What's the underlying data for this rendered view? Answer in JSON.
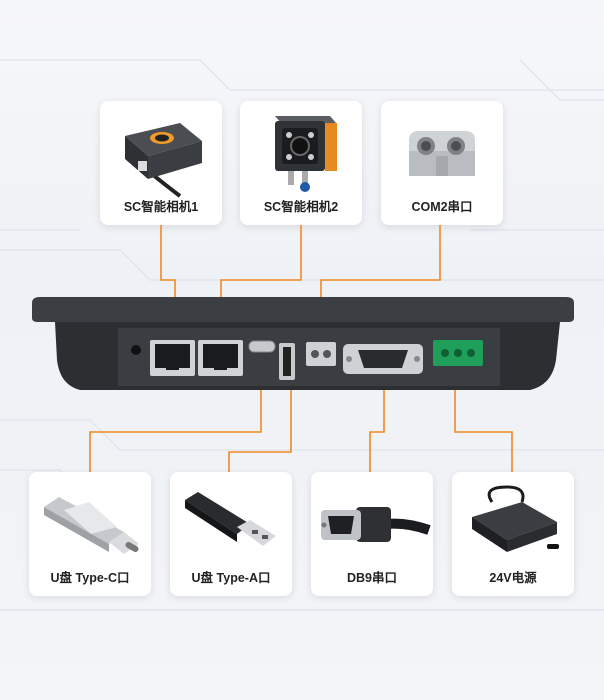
{
  "top_items": [
    {
      "label": "SC智能相机1",
      "icon": "smart-camera-icon"
    },
    {
      "label": "SC智能相机2",
      "icon": "smart-camera-icon"
    },
    {
      "label": "COM2串口",
      "icon": "terminal-block-icon"
    }
  ],
  "bottom_items": [
    {
      "label": "U盘 Type-C口",
      "icon": "usb-c-drive-icon"
    },
    {
      "label": "U盘 Type-A口",
      "icon": "usb-a-drive-icon"
    },
    {
      "label": "DB9串口",
      "icon": "db9-connector-icon"
    },
    {
      "label": "24V电源",
      "icon": "power-adapter-icon"
    }
  ],
  "colors": {
    "wire": "#f08a24",
    "device": "#3a3d42",
    "card": "#ffffff"
  }
}
